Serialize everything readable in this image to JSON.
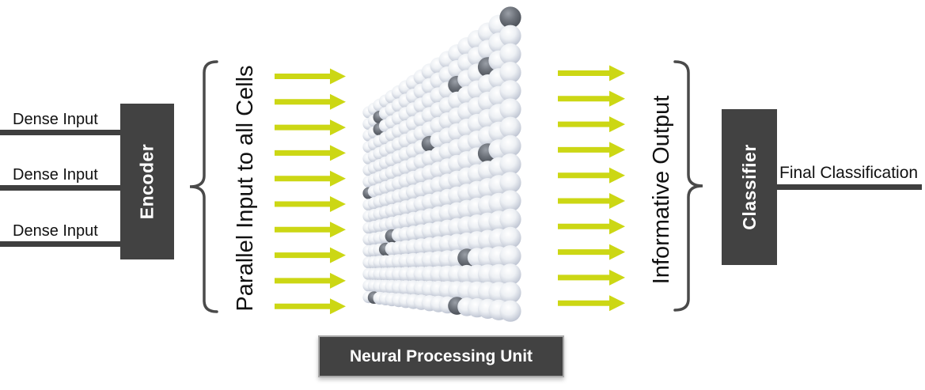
{
  "inputs": {
    "labels": [
      "Dense Input",
      "Dense Input",
      "Dense Input"
    ]
  },
  "encoder": {
    "label": "Encoder"
  },
  "annotations": {
    "left": "Parallel Input to all Cells",
    "right": "Informative Output"
  },
  "npu": {
    "label": "Neural Processing Unit"
  },
  "classifier": {
    "label": "Classifier"
  },
  "output": {
    "label": "Final Classification"
  },
  "arrows": {
    "left_count": 10,
    "right_count": 10,
    "color": "#ccd714"
  },
  "colors": {
    "box_fill": "#424242",
    "box_text": "#ffffff",
    "connector": "#3f3f3f",
    "brace": "#4a4a4a",
    "label_text": "#111111"
  },
  "sphere_grid": {
    "rows": 17,
    "cols": 18,
    "light_sphere_colors": [
      "#ffffff",
      "#edf0f4",
      "#c2c8d5",
      "#b9c0cf"
    ],
    "dark_sphere_colors": [
      "#9a9fa7",
      "#6e737b",
      "#4e535b",
      "#45494f"
    ],
    "dark_cells": [
      [
        0,
        17
      ],
      [
        1,
        2
      ],
      [
        2,
        2
      ],
      [
        2,
        12
      ],
      [
        2,
        15
      ],
      [
        5,
        9
      ],
      [
        7,
        0
      ],
      [
        7,
        15
      ],
      [
        11,
        4
      ],
      [
        12,
        3
      ],
      [
        13,
        13
      ],
      [
        16,
        1
      ],
      [
        16,
        12
      ]
    ]
  }
}
